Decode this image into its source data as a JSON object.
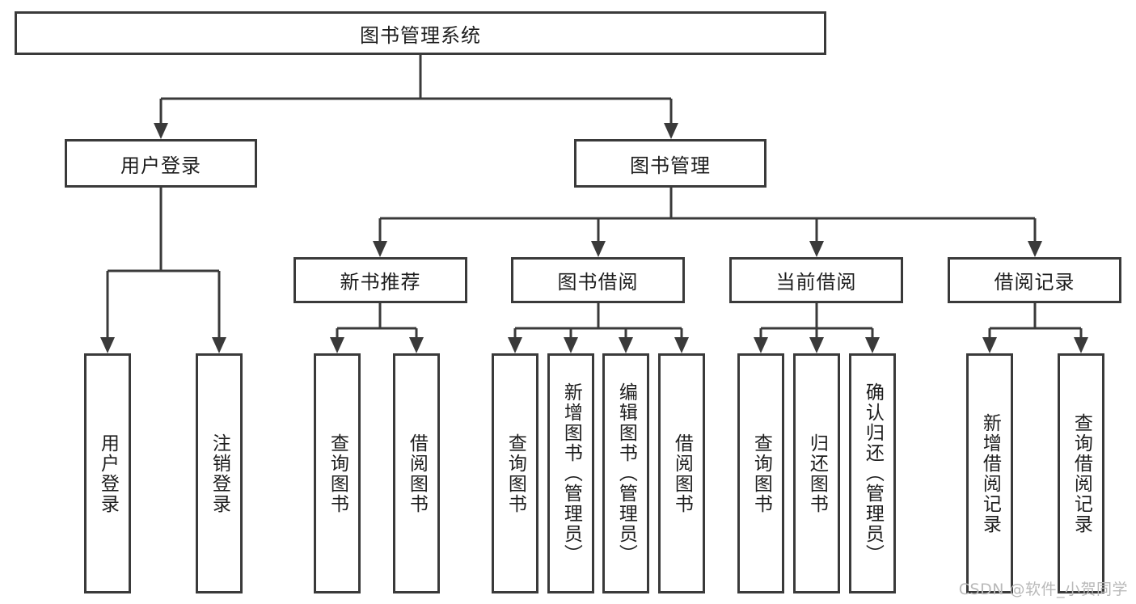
{
  "diagram": {
    "title": "图书管理系统",
    "type": "hierarchy-tree",
    "watermark": "CSDN @软件_小贺同学",
    "accent_color": "#3a3a3a",
    "background_color": "#ffffff"
  },
  "nodes": {
    "root": {
      "label": "图书管理系统",
      "level": 0
    },
    "level1": [
      {
        "id": "user-login",
        "label": "用户登录"
      },
      {
        "id": "book-management",
        "label": "图书管理"
      }
    ],
    "level2": [
      {
        "id": "new-book-recommend",
        "label": "新书推荐"
      },
      {
        "id": "book-borrow",
        "label": "图书借阅"
      },
      {
        "id": "current-borrow",
        "label": "当前借阅"
      },
      {
        "id": "borrow-record",
        "label": "借阅记录"
      }
    ],
    "leaves": {
      "user-login": [
        {
          "id": "leaf-user-login",
          "label": "用户登录"
        },
        {
          "id": "leaf-logout",
          "label": "注销登录"
        }
      ],
      "new-book-recommend": [
        {
          "id": "leaf-query-book-1",
          "label": "查询图书"
        },
        {
          "id": "leaf-borrow-book-1",
          "label": "借阅图书"
        }
      ],
      "book-borrow": [
        {
          "id": "leaf-query-book-2",
          "label": "查询图书"
        },
        {
          "id": "leaf-add-book",
          "label": "新增图书（管理员）"
        },
        {
          "id": "leaf-edit-book",
          "label": "编辑图书（管理员）"
        },
        {
          "id": "leaf-borrow-book-2",
          "label": "借阅图书"
        }
      ],
      "current-borrow": [
        {
          "id": "leaf-query-book-3",
          "label": "查询图书"
        },
        {
          "id": "leaf-return-book",
          "label": "归还图书"
        },
        {
          "id": "leaf-confirm-return",
          "label": "确认归还（管理员）"
        }
      ],
      "borrow-record": [
        {
          "id": "leaf-add-record",
          "label": "新增借阅记录"
        },
        {
          "id": "leaf-query-record",
          "label": "查询借阅记录"
        }
      ]
    }
  }
}
